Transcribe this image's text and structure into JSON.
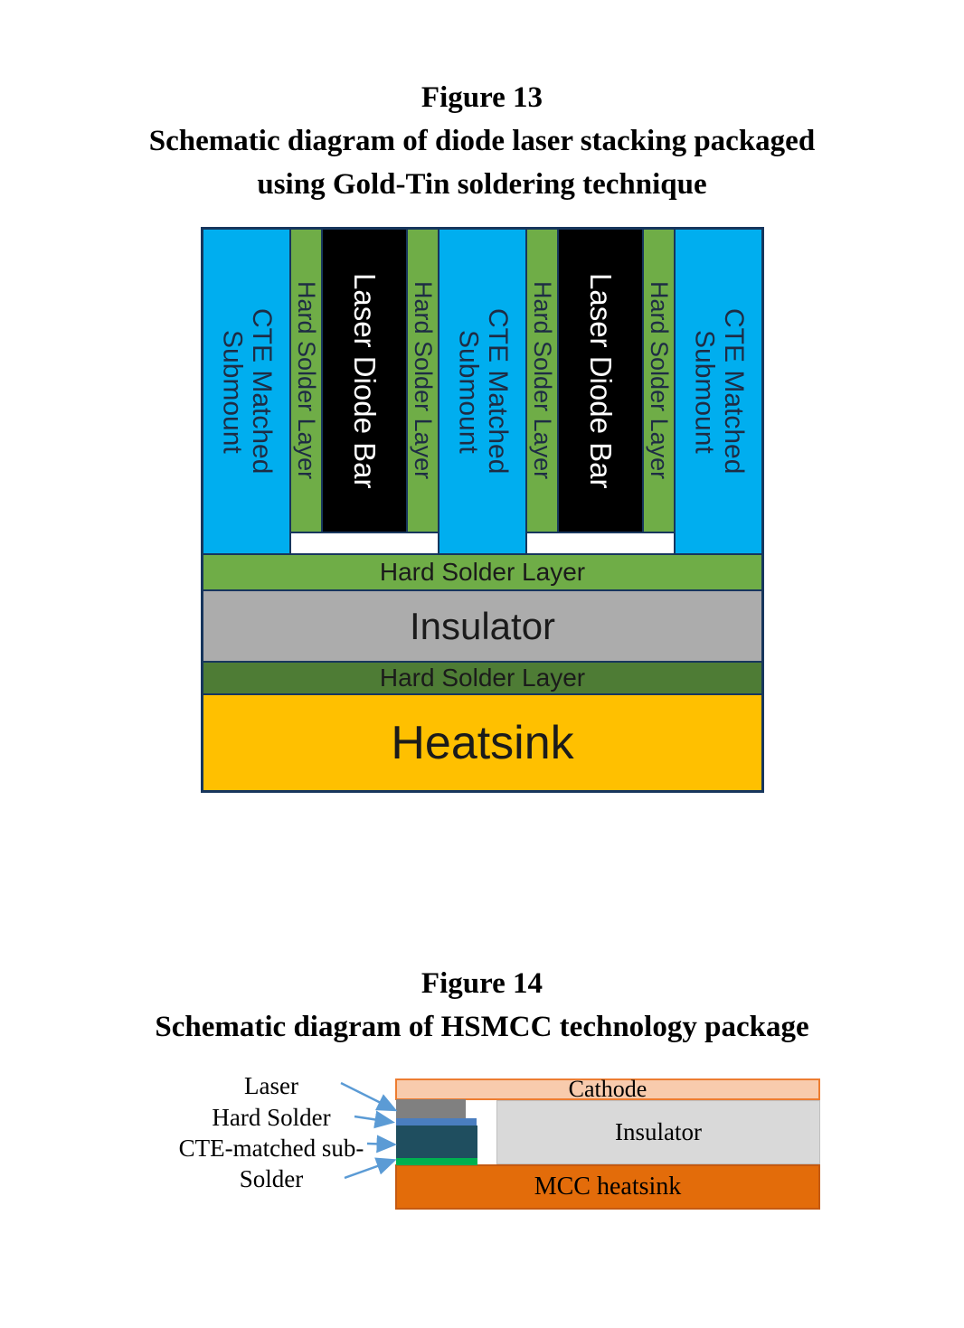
{
  "figure13": {
    "title": "Figure 13",
    "subtitle_line1": "Schematic diagram of diode laser stacking packaged",
    "subtitle_line2": "using Gold-Tin soldering technique",
    "submount_label": "CTE Matched\nSubmount",
    "solder_strip_label": "Hard Solder Layer",
    "laser_bar_label": "Laser Diode Bar",
    "layers": {
      "hard_solder_top": "Hard Solder Layer",
      "insulator": "Insulator",
      "hard_solder_bottom": "Hard Solder Layer",
      "heatsink": "Heatsink"
    },
    "colors": {
      "submount_cyan": "#00AEEF",
      "solder_green": "#6FAD47",
      "laser_black": "#000000",
      "border_navy": "#17365D",
      "insulator_gray": "#ACACAC",
      "solder_dark_green": "#4E7C35",
      "heatsink_yellow": "#FFC000"
    }
  },
  "figure14": {
    "title": "Figure 14",
    "subtitle": "Schematic diagram of HSMCC technology package",
    "callouts": [
      "Laser",
      "Hard Solder",
      "CTE-matched sub-",
      "Solder"
    ],
    "cathode_label": "Cathode",
    "insulator_label": "Insulator",
    "heatsink_label": "MCC heatsink",
    "colors": {
      "cathode_fill": "#F8CBAD",
      "cathode_border": "#ED7D31",
      "insulator_fill": "#D9D9D9",
      "heatsink_fill": "#E36C0A",
      "laser_gray": "#808080",
      "hard_solder_blue": "#4A7EBF",
      "cte_submount_teal": "#1F4E5F",
      "solder_green": "#00B050",
      "arrow_blue": "#5B9BD5"
    }
  }
}
